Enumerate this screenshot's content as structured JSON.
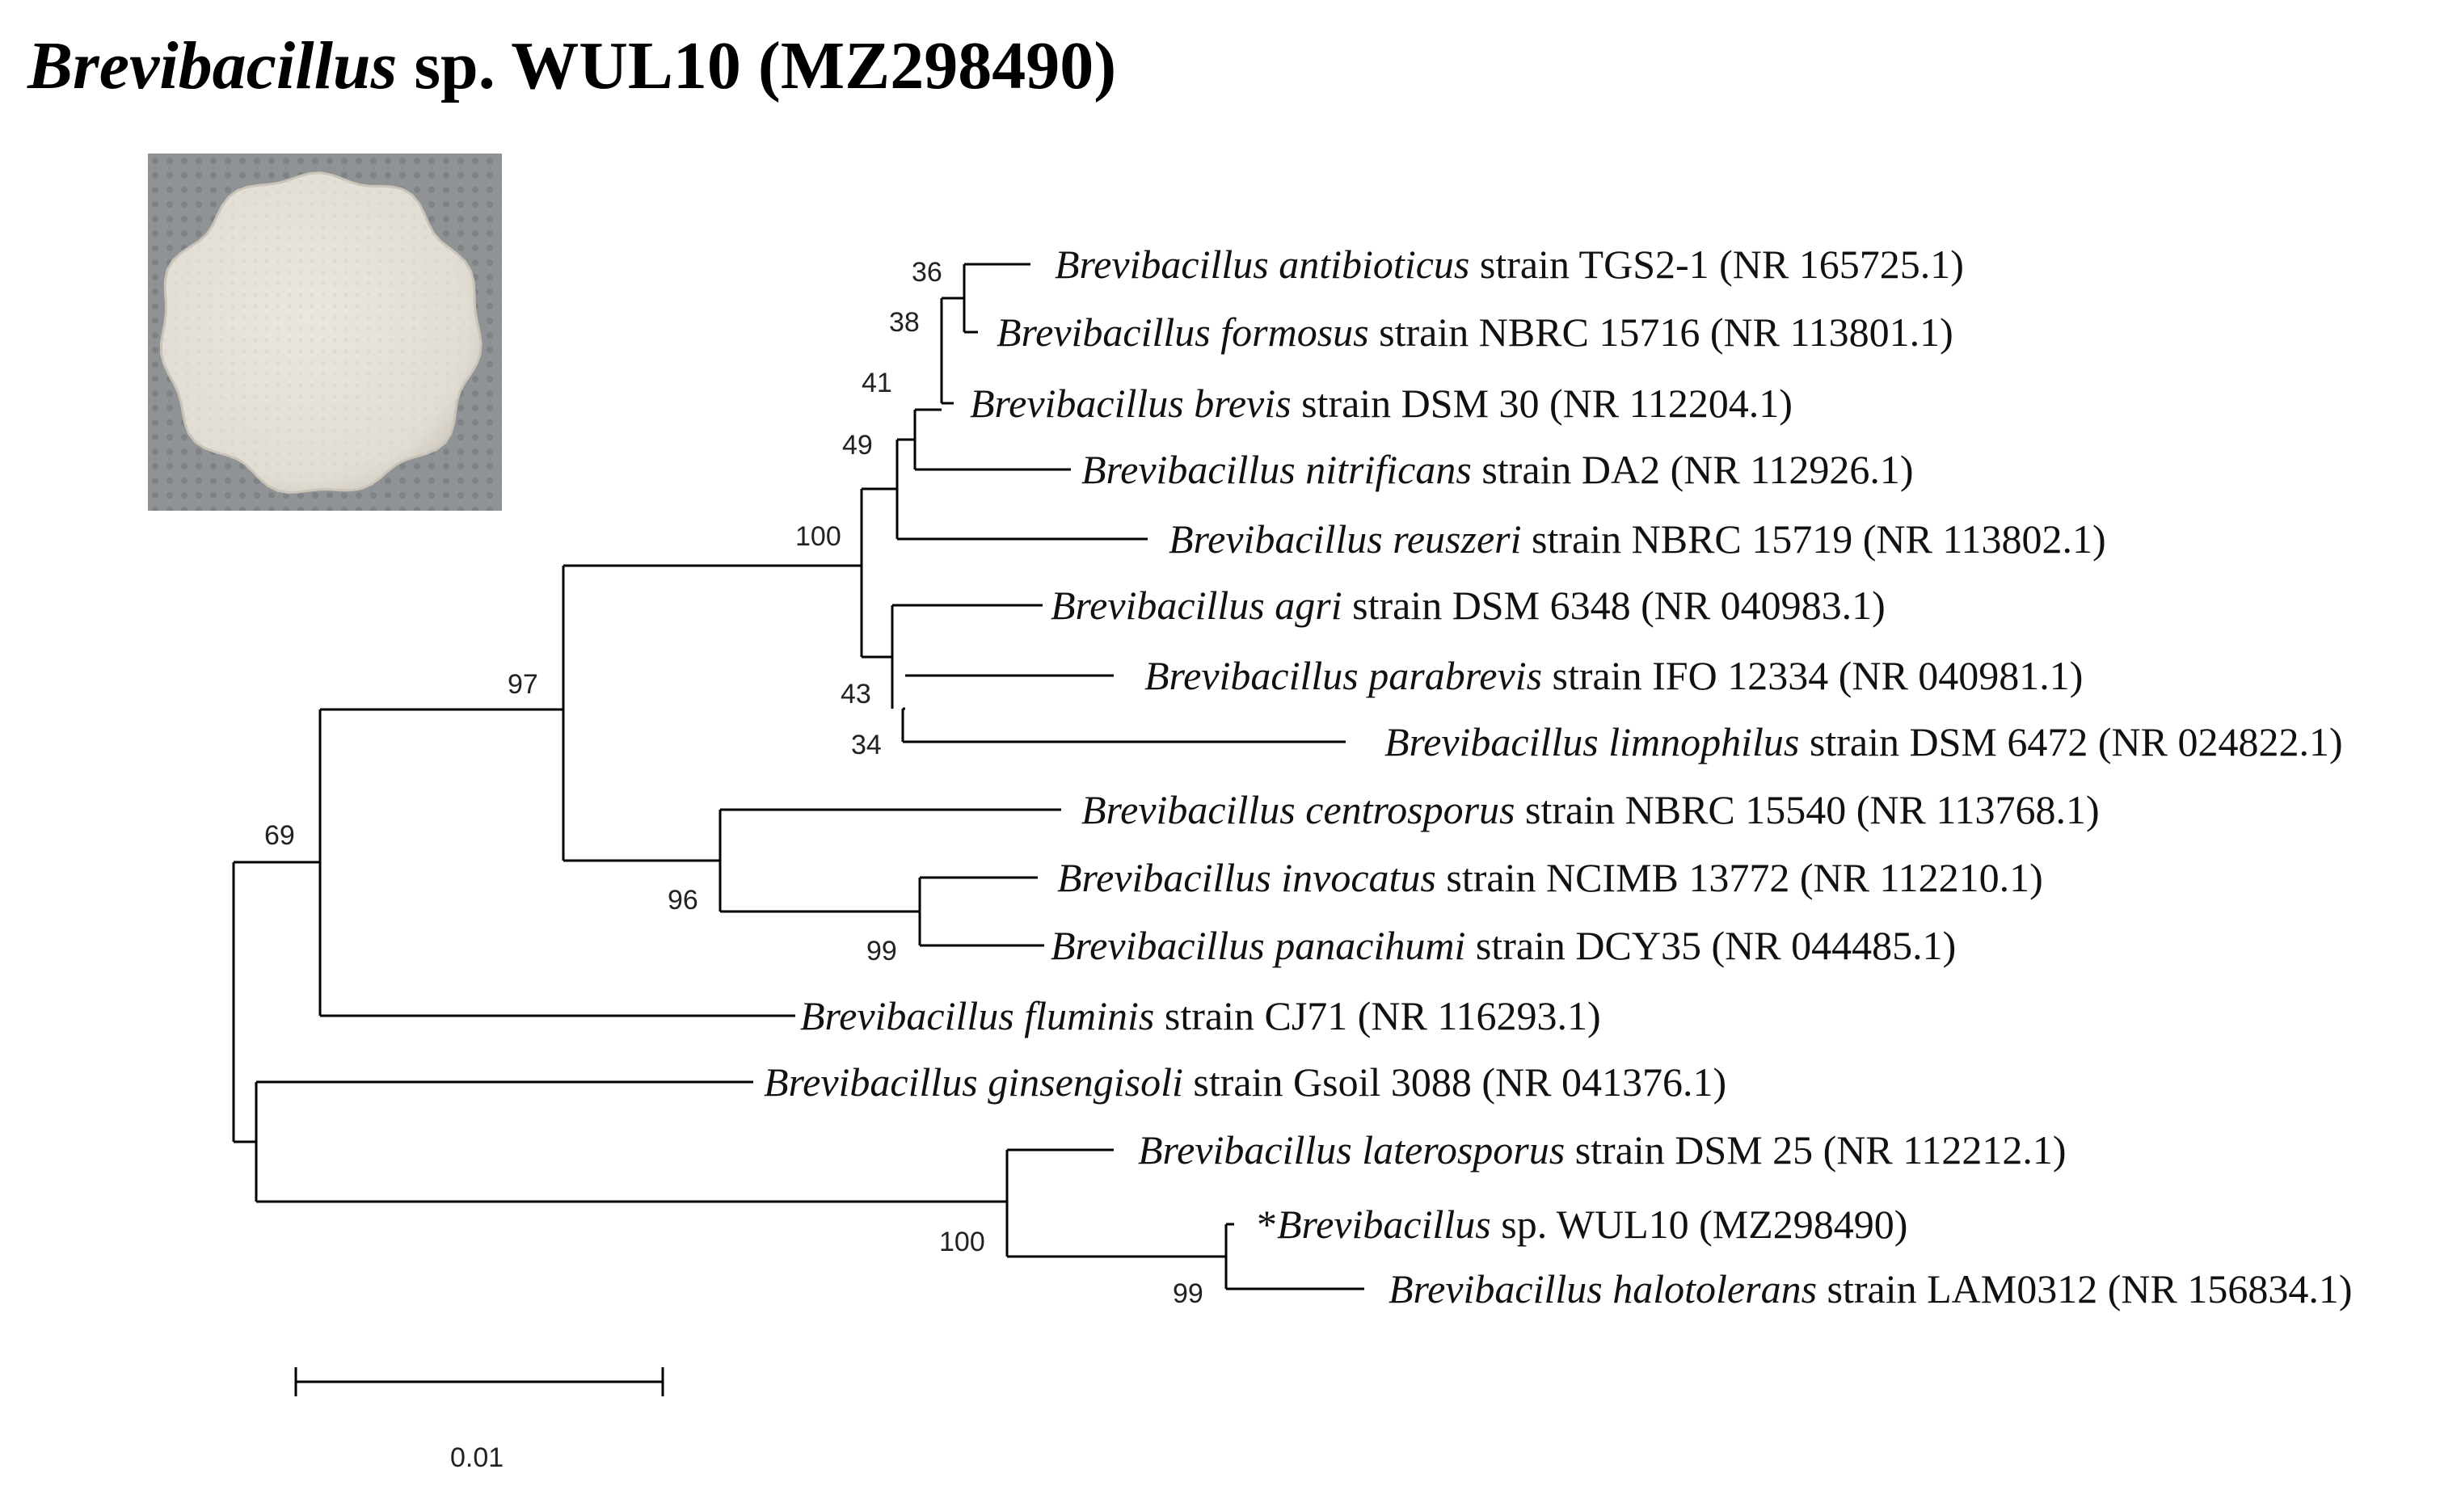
{
  "title": {
    "genus": "Brevibacillus",
    "rest": " sp. WUL10 (MZ298490)"
  },
  "photo": {
    "subject": "bacterial colony on agar plate",
    "colors": {
      "background": "#8f9396",
      "colony": "#e6e2da",
      "colony_edge": "#d2cdc3"
    }
  },
  "taxa": [
    {
      "id": "antibioticus",
      "prefix": "",
      "species": "Brevibacillus antibioticus",
      "strain": " strain TGS2-1 (NR 165725.1)"
    },
    {
      "id": "formosus",
      "prefix": "",
      "species": "Brevibacillus formosus",
      "strain": " strain NBRC 15716 (NR 113801.1)"
    },
    {
      "id": "brevis",
      "prefix": "",
      "species": "Brevibacillus brevis",
      "strain": " strain DSM 30 (NR 112204.1)"
    },
    {
      "id": "nitrificans",
      "prefix": "",
      "species": "Brevibacillus nitrificans",
      "strain": " strain DA2 (NR 112926.1)"
    },
    {
      "id": "reuszeri",
      "prefix": "",
      "species": "Brevibacillus reuszeri",
      "strain": " strain NBRC 15719 (NR 113802.1)"
    },
    {
      "id": "agri",
      "prefix": "",
      "species": "Brevibacillus agri",
      "strain": " strain DSM 6348 (NR 040983.1)"
    },
    {
      "id": "parabrevis",
      "prefix": "",
      "species": "Brevibacillus parabrevis",
      "strain": " strain IFO 12334 (NR 040981.1)"
    },
    {
      "id": "limnophilus",
      "prefix": "",
      "species": "Brevibacillus limnophilus",
      "strain": " strain DSM 6472 (NR 024822.1)"
    },
    {
      "id": "centrosporus",
      "prefix": "",
      "species": "Brevibacillus centrosporus",
      "strain": " strain NBRC 15540 (NR 113768.1)"
    },
    {
      "id": "invocatus",
      "prefix": "",
      "species": "Brevibacillus invocatus",
      "strain": " strain NCIMB 13772 (NR 112210.1)"
    },
    {
      "id": "panacihumi",
      "prefix": "",
      "species": "Brevibacillus panacihumi",
      "strain": " strain DCY35 (NR 044485.1)"
    },
    {
      "id": "fluminis",
      "prefix": "",
      "species": "Brevibacillus fluminis",
      "strain": " strain CJ71 (NR 116293.1)"
    },
    {
      "id": "ginsengisoli",
      "prefix": "",
      "species": "Brevibacillus ginsengisoli",
      "strain": " strain Gsoil 3088 (NR 041376.1)"
    },
    {
      "id": "laterosporus",
      "prefix": "",
      "species": "Brevibacillus laterosporus",
      "strain": " strain DSM 25 (NR 112212.1)"
    },
    {
      "id": "wul10",
      "prefix": "*",
      "species": "Brevibacillus",
      "strain": " sp. WUL10 (MZ298490)"
    },
    {
      "id": "halotolerans",
      "prefix": "",
      "species": "Brevibacillus halotolerans",
      "strain": " strain LAM0312 (NR 156834.1)"
    }
  ],
  "bootstrap": [
    {
      "id": "b36",
      "value": "36"
    },
    {
      "id": "b38",
      "value": "38"
    },
    {
      "id": "b41",
      "value": "41"
    },
    {
      "id": "b49",
      "value": "49"
    },
    {
      "id": "b100a",
      "value": "100"
    },
    {
      "id": "b97",
      "value": "97"
    },
    {
      "id": "b43",
      "value": "43"
    },
    {
      "id": "b34",
      "value": "34"
    },
    {
      "id": "b69",
      "value": "69"
    },
    {
      "id": "b96",
      "value": "96"
    },
    {
      "id": "b99a",
      "value": "99"
    },
    {
      "id": "b100b",
      "value": "100"
    },
    {
      "id": "b99b",
      "value": "99"
    }
  ],
  "scale_bar": {
    "label": "0.01"
  }
}
